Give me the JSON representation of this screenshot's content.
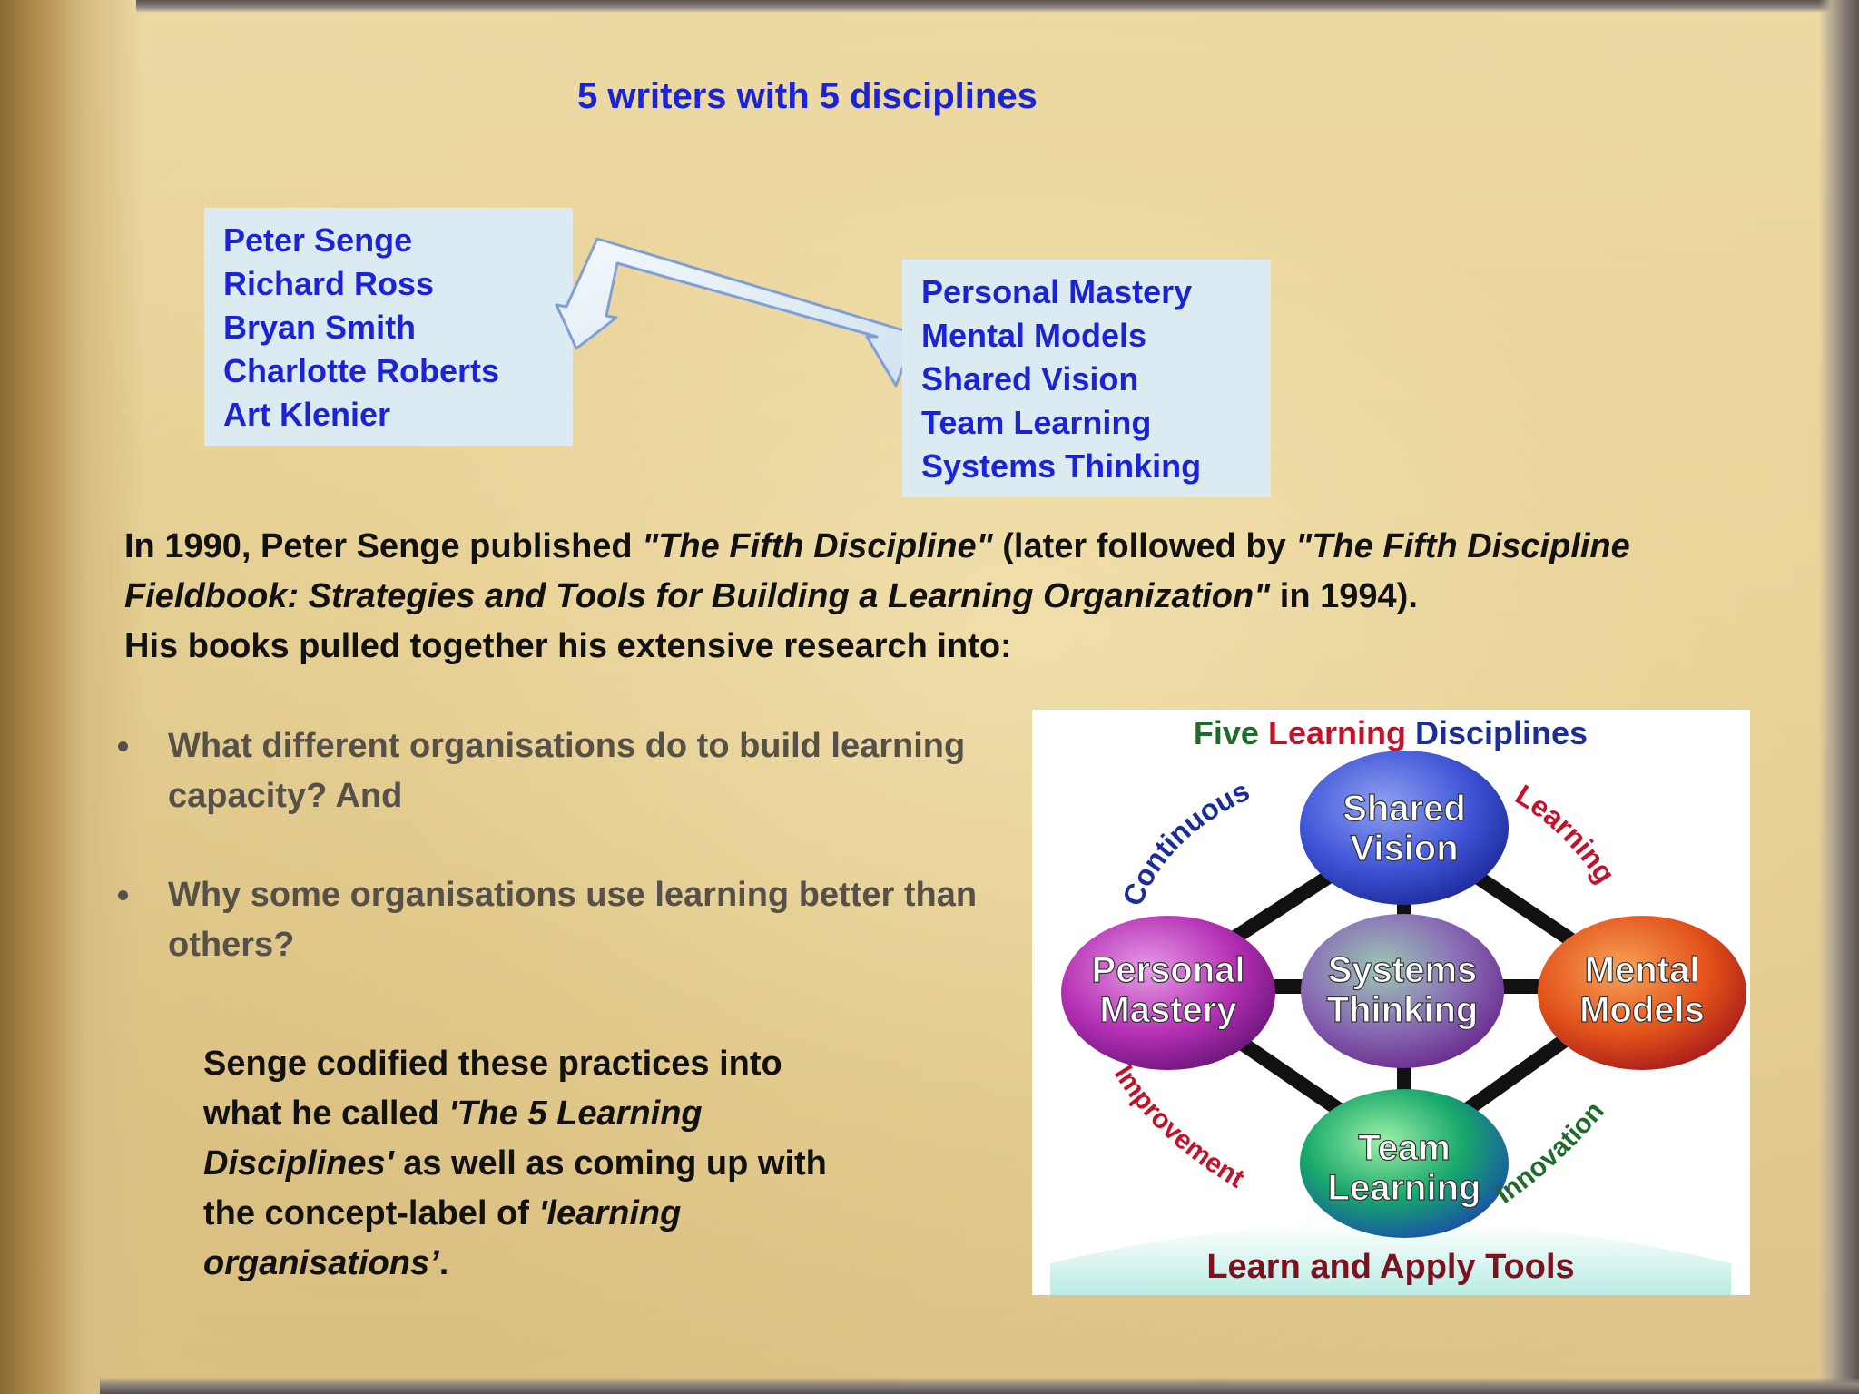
{
  "title": "5 writers with 5 disciplines",
  "writers": [
    "Peter Senge",
    "Richard Ross",
    "Bryan Smith",
    "Charlotte Roberts",
    "Art Klenier"
  ],
  "disciplines": [
    "Personal Mastery",
    "Mental Models",
    "Shared Vision",
    "Team Learning",
    "Systems Thinking"
  ],
  "paragraph": {
    "p1": "In 1990, Peter Senge published ",
    "book1": "\"The Fifth Discipline\"",
    "p2": " (later followed by ",
    "book2": "\"The Fifth Discipline Fieldbook: Strategies and Tools for Building a Learning Organization\"",
    "p3": " in 1994).",
    "p4": "His books pulled together his extensive research into:"
  },
  "bullets": [
    "What different organisations do to build learning capacity? And",
    " Why some organisations use learning better than others?"
  ],
  "codified": {
    "p1": "Senge codified these practices into what he called ",
    "term1": "'The 5 Learning Disciplines'",
    "p2": " as well as coming up with the concept-label of ",
    "term2": "'learning organisations’",
    "p3": "."
  },
  "diagram": {
    "title_words": [
      "Five",
      "Learning",
      "Disciplines"
    ],
    "nodes": {
      "top": [
        "Shared",
        "Vision"
      ],
      "left": [
        "Personal",
        "Mastery"
      ],
      "center": [
        "Systems",
        "Thinking"
      ],
      "right": [
        "Mental",
        "Models"
      ],
      "bottom": [
        "Team",
        "Learning"
      ]
    },
    "edge_words": {
      "top_left": "Continuous",
      "top_right": "Learning",
      "bottom_left": "Improvement",
      "bottom_right": "Innovation"
    },
    "footer": "Learn and Apply Tools",
    "colors": {
      "title_green": "#1f6b2a",
      "title_red": "#c4122b",
      "title_blue": "#1b2d9a",
      "top": "#3f55d6",
      "left": "#b42fb4",
      "center": "#8a6fb5",
      "right": "#e2521a",
      "bottom": "#17a86b"
    }
  },
  "colors": {
    "heading_blue": "#1a24d6",
    "box_bg": "#dcebf2",
    "body_text": "#111111",
    "bullet_text": "#555048"
  }
}
